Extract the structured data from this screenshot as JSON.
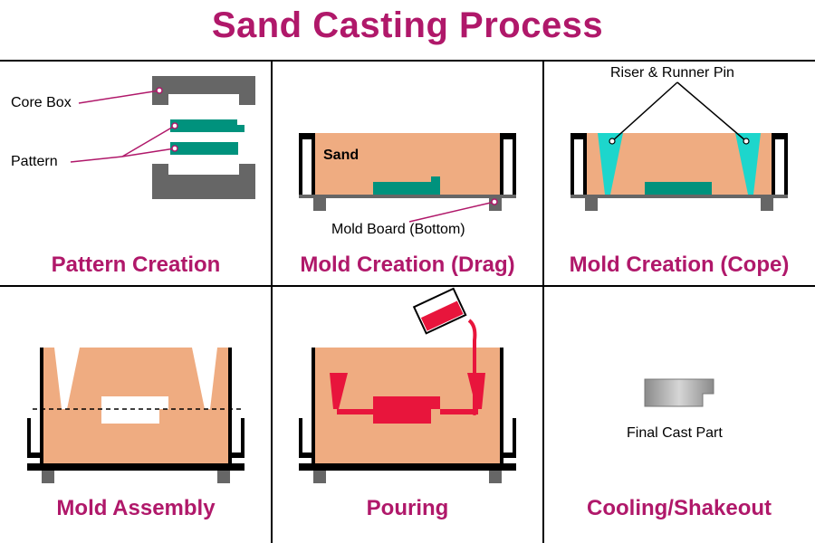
{
  "title": "Sand Casting Process",
  "colors": {
    "accent": "#b0186a",
    "sand": "#efac81",
    "pattern": "#00927d",
    "flask": "#666666",
    "riser": "#1dd6cc",
    "metal": "#e8153c",
    "grid_lines": "#000000"
  },
  "steps": [
    {
      "caption": "Pattern Creation",
      "labels": {
        "core_box": "Core Box",
        "pattern": "Pattern"
      }
    },
    {
      "caption": "Mold Creation (Drag)",
      "labels": {
        "sand": "Sand",
        "mold_board": "Mold Board (Bottom)"
      }
    },
    {
      "caption": "Mold Creation (Cope)",
      "labels": {
        "riser": "Riser & Runner Pin"
      }
    },
    {
      "caption": "Mold Assembly"
    },
    {
      "caption": "Pouring"
    },
    {
      "caption": "Cooling/Shakeout",
      "labels": {
        "final": "Final Cast Part"
      }
    }
  ]
}
